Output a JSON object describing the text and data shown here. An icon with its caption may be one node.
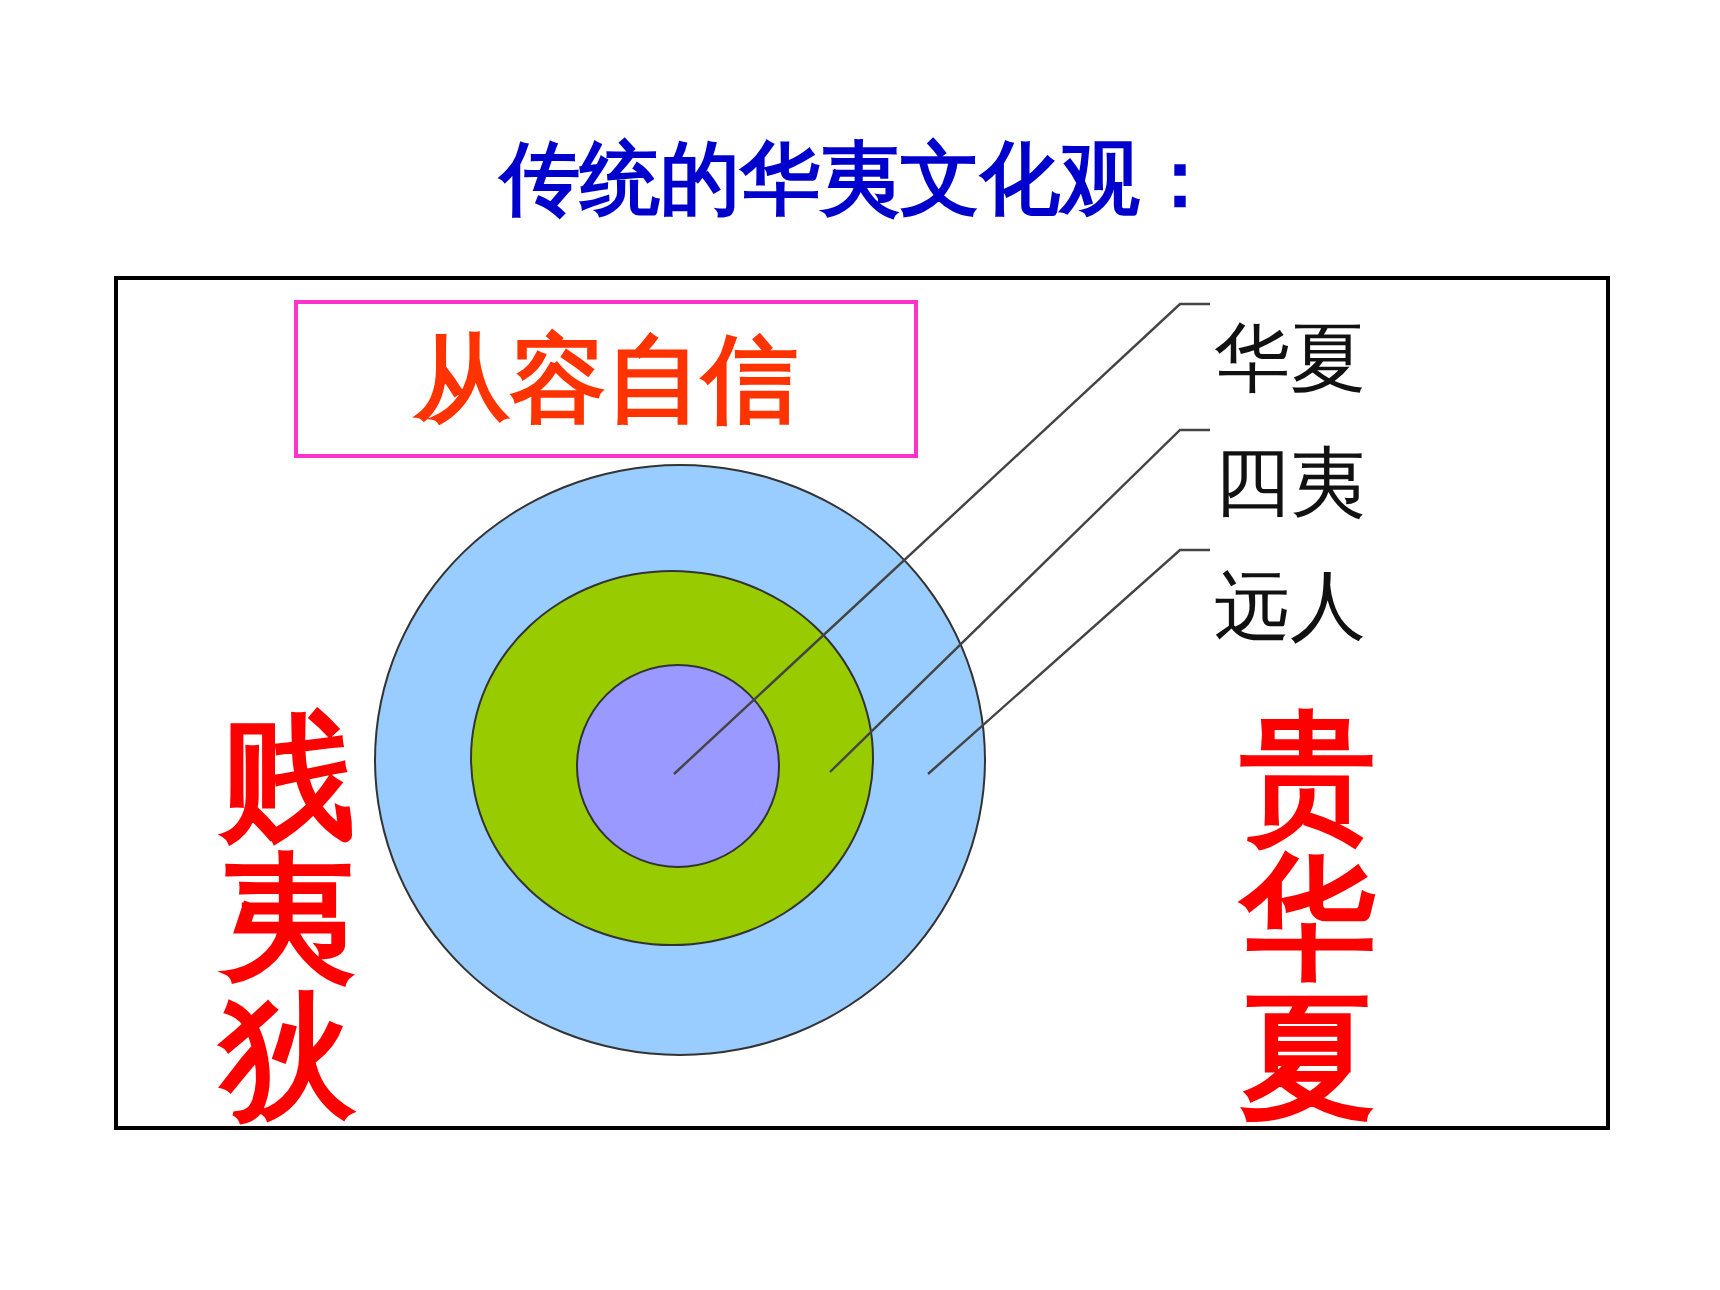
{
  "diagram": {
    "title": "传统的华夷文化观：",
    "nodes": [
      {
        "text": [],
        "shape": "box"
      },
      {
        "text": [
          "从容自信"
        ],
        "in": 0
      },
      {
        "text": [
          "华夏"
        ],
        "in": 0
      },
      {
        "text": [
          "四夷"
        ],
        "in": 0
      },
      {
        "text": [
          "远人"
        ],
        "in": 0
      },
      {
        "text": [],
        "shape": "circle",
        "in": 0
      },
      {
        "text": [],
        "shape": "circle",
        "in": 5
      },
      {
        "text": [],
        "shape": "circle",
        "in": 6
      },
      {
        "text": [
          "贱夷狄"
        ],
        "in": 0
      },
      {
        "text": [
          "贵华夏"
        ],
        "in": 0
      }
    ],
    "edges": [
      {
        "from": 2,
        "to": 7,
        "arrow": "none"
      },
      {
        "from": 3,
        "to": 6,
        "arrow": "none"
      },
      {
        "from": 4,
        "to": 5,
        "arrow": "none"
      }
    ]
  }
}
